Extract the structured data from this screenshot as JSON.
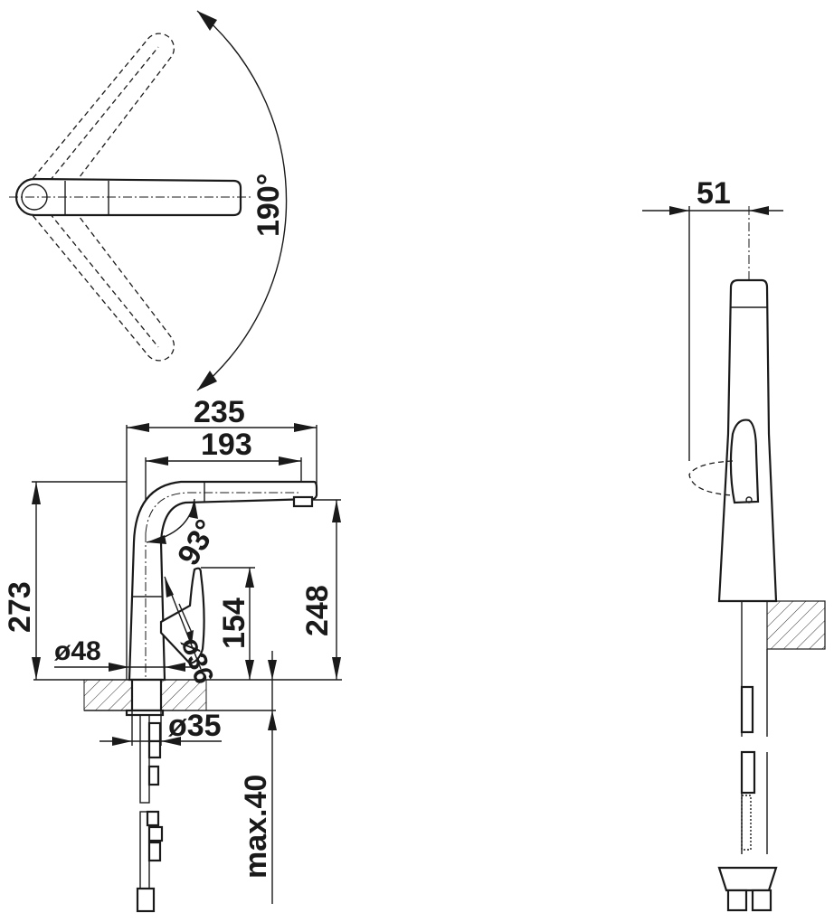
{
  "drawing": {
    "top_view": {
      "swivel_angle": "190°"
    },
    "front_view": {
      "overall_reach": "235",
      "spout_reach": "193",
      "pullout_angle": "93°",
      "overall_height": "273",
      "spout_height": "248",
      "handle_height": "154",
      "base_diameter": "ø48",
      "handle_clearance": "ø36",
      "hole_diameter": "ø35",
      "max_counter_thickness": "max.40"
    },
    "side_view": {
      "handle_offset": "51"
    }
  }
}
